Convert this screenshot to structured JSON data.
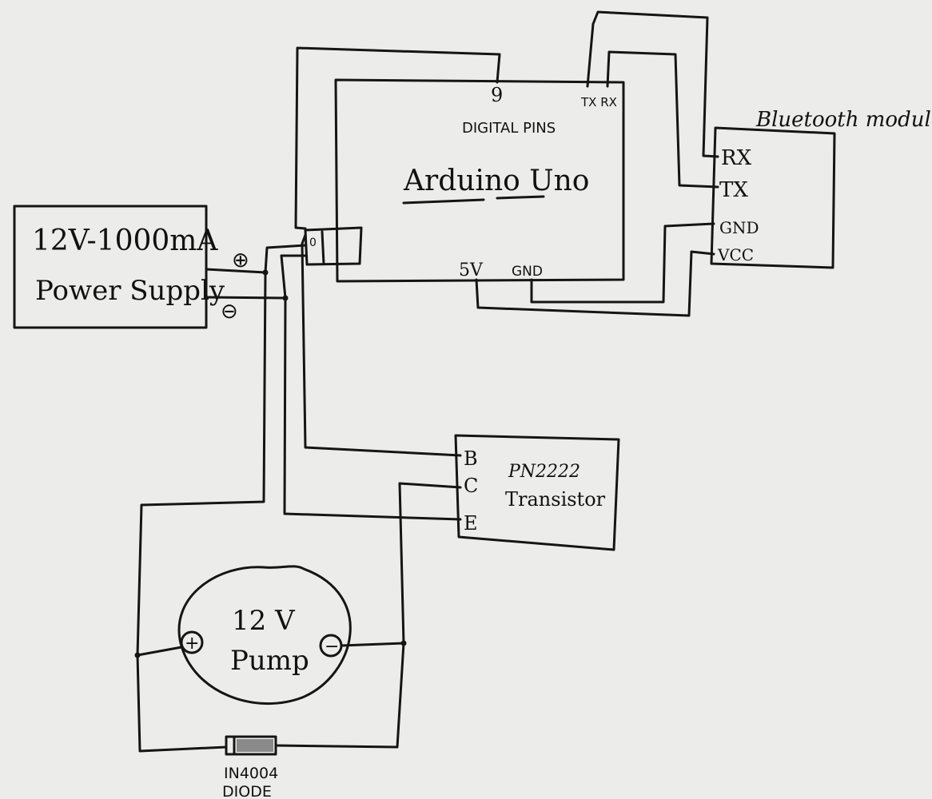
{
  "power_supply": {
    "rating": "12V-1000mA",
    "name": "Power Supply",
    "plus": "⊕",
    "minus": "⊖"
  },
  "arduino": {
    "pin_9": "9",
    "tx_rx": "TX RX",
    "digital_pins": "DIGITAL PINS",
    "name": "Arduino Uno",
    "pin_5v": "5V",
    "gnd": "GND"
  },
  "bluetooth": {
    "title": "Bluetooth module",
    "rx": "RX",
    "tx": "TX",
    "gnd": "GND",
    "vcc": "VCC"
  },
  "transistor": {
    "b": "B",
    "c": "C",
    "e": "E",
    "part": "PN2222",
    "name": "Transistor"
  },
  "pump": {
    "rating": "12 V",
    "name": "Pump",
    "plus": "+",
    "minus": "−"
  },
  "diode": {
    "part": "IN4004",
    "name": "DIODE"
  },
  "jack": {
    "label": "0"
  }
}
